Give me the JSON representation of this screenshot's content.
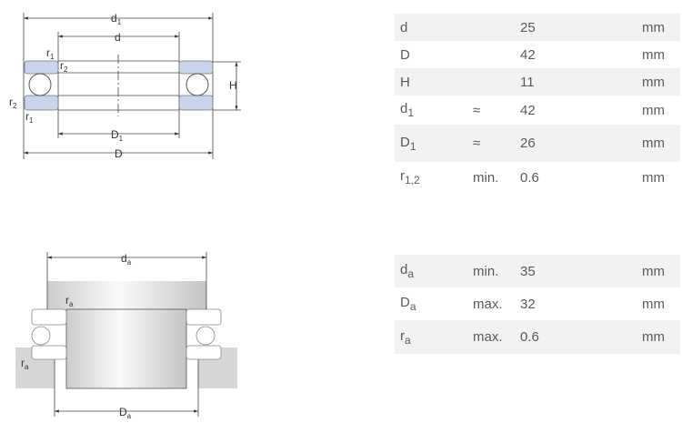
{
  "dimensions": [
    {
      "sym": "d",
      "sub": "",
      "qual": "",
      "value": "25",
      "unit": "mm"
    },
    {
      "sym": "D",
      "sub": "",
      "qual": "",
      "value": "42",
      "unit": "mm"
    },
    {
      "sym": "H",
      "sub": "",
      "qual": "",
      "value": "11",
      "unit": "mm"
    },
    {
      "sym": "d",
      "sub": "1",
      "qual": "≈",
      "value": "42",
      "unit": "mm"
    },
    {
      "sym": "D",
      "sub": "1",
      "qual": "≈",
      "value": "26",
      "unit": "mm"
    },
    {
      "sym": "r",
      "sub": "1,2",
      "qual": "min.",
      "value": "0.6",
      "unit": "mm"
    }
  ],
  "abutment": [
    {
      "sym": "d",
      "sub": "a",
      "qual": "min.",
      "value": "35",
      "unit": "mm"
    },
    {
      "sym": "D",
      "sub": "a",
      "qual": "max.",
      "value": "32",
      "unit": "mm"
    },
    {
      "sym": "r",
      "sub": "a",
      "qual": "max.",
      "value": "0.6",
      "unit": "mm"
    }
  ],
  "drawing_labels": {
    "d1": "d",
    "d1_sub": "1",
    "d": "d",
    "H": "H",
    "D1": "D",
    "D1_sub": "1",
    "D": "D",
    "r": "r",
    "s1": "1",
    "s2": "2",
    "da": "d",
    "a": "a",
    "Da": "D"
  }
}
